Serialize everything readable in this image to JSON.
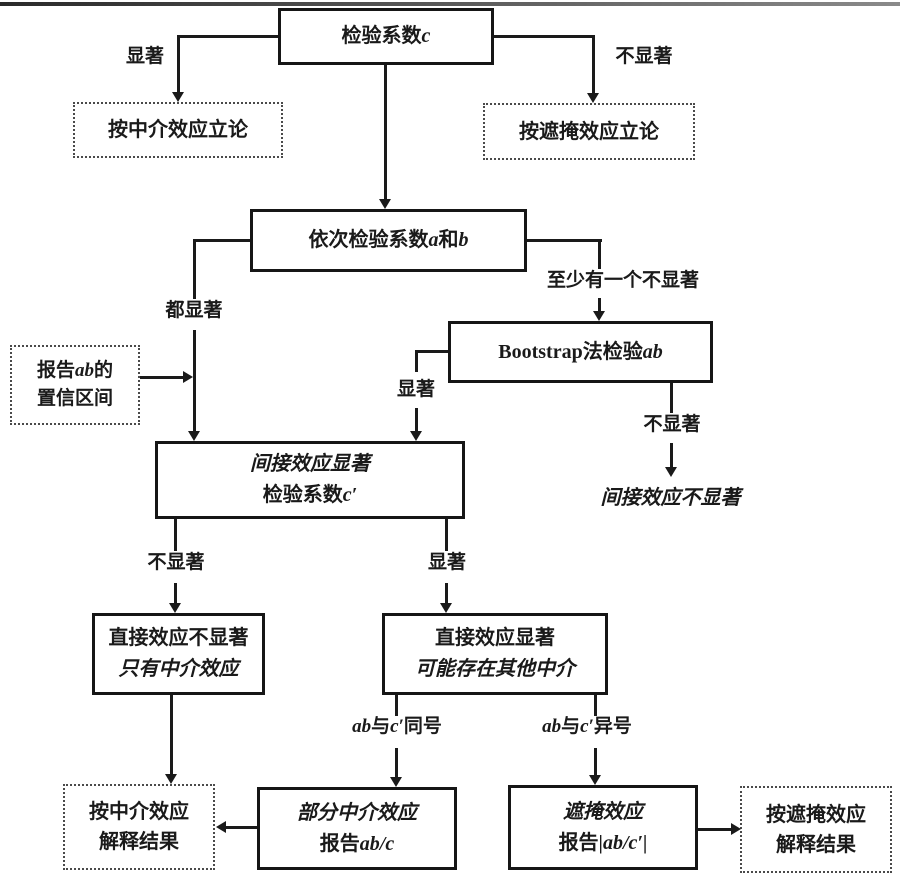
{
  "colors": {
    "ink": "#1a1a1a",
    "box": "#161616",
    "dash": "#4a4a4a",
    "bg": "#ffffff"
  },
  "nodes": {
    "check_c": {
      "text": "检验系数",
      "var": "c"
    },
    "claim_mediation": {
      "text": "按中介效应立论"
    },
    "claim_suppression": {
      "text": "按遮掩效应立论"
    },
    "test_a_b": {
      "pre": "依次检验系数",
      "var_a": "a",
      "conj": "和",
      "var_b": "b"
    },
    "bootstrap": {
      "name": "Bootstrap",
      "mid": "法检验",
      "var": "ab"
    },
    "report_ci": {
      "l1pre": "报告",
      "l1var": "ab",
      "l1post": "的",
      "l2": "置信区间"
    },
    "indirect_sig": {
      "l1": "间接效应显著",
      "l2pre": "检验系数",
      "l2var": "c′"
    },
    "indirect_nonsig": {
      "text": "间接效应不显著"
    },
    "direct_nonsig": {
      "l1": "直接效应不显著",
      "l2": "只有中介效应"
    },
    "direct_sig": {
      "l1": "直接效应显著",
      "l2": "可能存在其他中介"
    },
    "partial_mediation": {
      "l1": "部分中介效应",
      "l2pre": "报告",
      "l2var": "ab/c"
    },
    "suppression": {
      "l1": "遮掩效应",
      "l2pre": "报告",
      "l2var": "|ab/c′|"
    },
    "interpret_mediation": {
      "l1": "按中介效应",
      "l2": "解释结果"
    },
    "interpret_suppression": {
      "l1": "按遮掩效应",
      "l2": "解释结果"
    }
  },
  "edge_labels": {
    "sig_c": "显著",
    "nonsig_c": "不显著",
    "both_sig": "都显著",
    "at_least_one_nonsig": "至少有一个不显著",
    "boot_sig": "显著",
    "boot_nonsig": "不显著",
    "cprime_nonsig": "不显著",
    "cprime_sig": "显著",
    "same_sign": {
      "v1": "ab",
      "mid": "与",
      "v2": "c′",
      "post": "同号"
    },
    "diff_sign": {
      "v1": "ab",
      "mid": "与",
      "v2": "c′",
      "post": "异号"
    }
  }
}
